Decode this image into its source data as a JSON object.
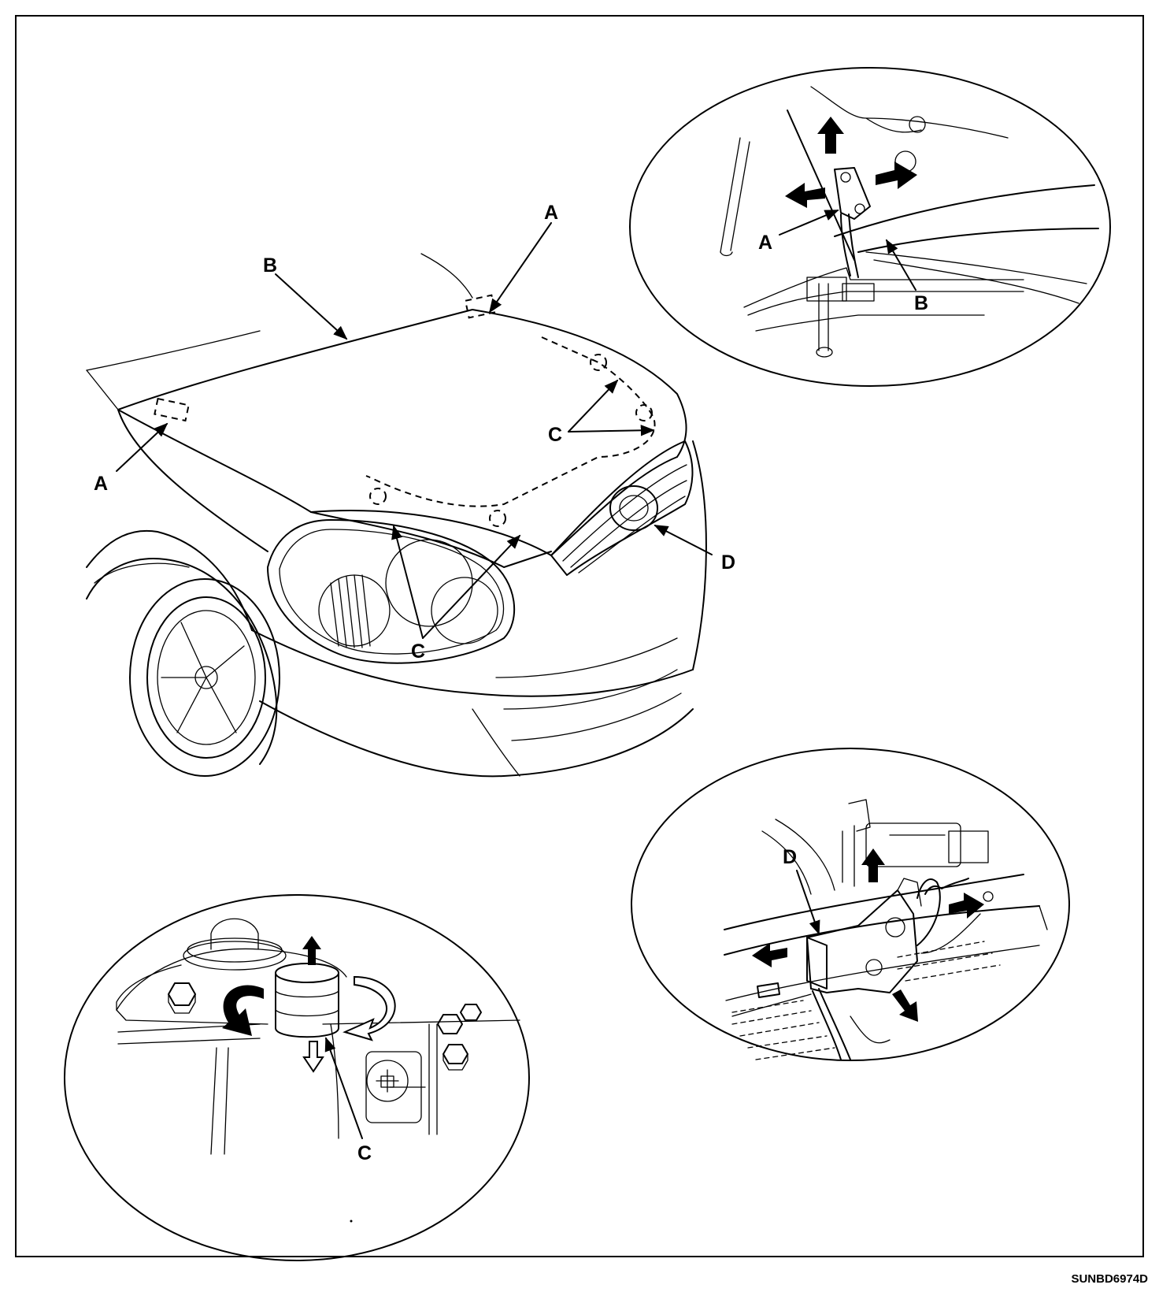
{
  "main_view": {
    "labels": {
      "hinge_right": "A",
      "hinge_left": "A",
      "seal": "B",
      "bumper_rear": "C",
      "bumper_front": "C",
      "bumper_lower": "C",
      "latch": "D"
    }
  },
  "hinge_detail": {
    "labels": {
      "hinge": "A",
      "seal": "B"
    }
  },
  "bumper_detail": {
    "labels": {
      "bumper": "C"
    }
  },
  "latch_detail": {
    "labels": {
      "latch": "D"
    }
  },
  "document_id": "SUNBD6974D"
}
